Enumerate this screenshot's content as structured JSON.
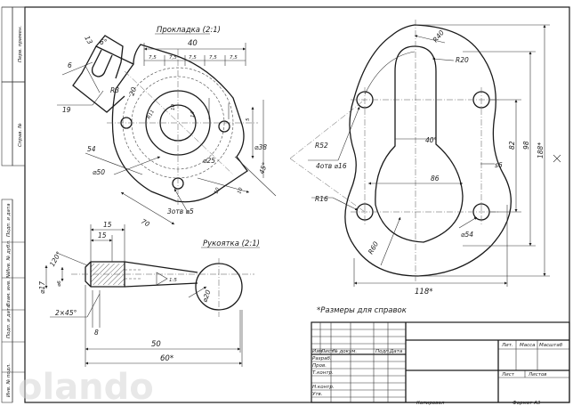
{
  "side_labels": [
    "Перв. примен.",
    "Справ. №",
    "Подп. и дата",
    "Инв. № дубл.",
    "Взам. инв. №",
    "Подп. и дата",
    "Инв. № подл."
  ],
  "part_a": {
    "title": "Прокладка (2:1)",
    "dims": {
      "d13": "13",
      "d6a": "6°",
      "d6b": "6",
      "d19": "19",
      "r3": "R3",
      "d20": "20",
      "d40": "40",
      "d75a": "7,5",
      "d75b": "7,5",
      "d75c": "7,5",
      "d75d": "7,5",
      "d75e": "7,5",
      "d10a": "10",
      "d14": "14",
      "d5": "5",
      "r11": "R11",
      "d38": "⌀38",
      "d25": "⌀25",
      "d54": "54",
      "d45": "45°",
      "d50": "⌀50",
      "d10b": "10",
      "d3otv": "3отв ⌀5",
      "d70": "70",
      "d10c": "10"
    }
  },
  "part_b": {
    "title": "Рукоятка (2:1)",
    "dims": {
      "d15a": "15",
      "d15b": "15",
      "d120": "120°",
      "d17": "⌀17",
      "d6": "⌀6",
      "d2x45": "2×45°",
      "d8": "8",
      "d50": "50",
      "d60": "60*",
      "d20": "⌀20",
      "k15": "1:5"
    }
  },
  "part_c": {
    "dims": {
      "r40": "R40",
      "r20": "R20",
      "r52": "R52",
      "d40": "40°",
      "d4otv": "4отв ⌀16",
      "r16": "R16",
      "d86": "86",
      "d82": "82",
      "d98": "98",
      "d188": "188*",
      "r60": "R60",
      "d54": "⌀54",
      "d118": "118*",
      "s6": "s6"
    }
  },
  "note": "*Размеры для справок",
  "title_block": {
    "lit": "Лит.",
    "massa": "Масса",
    "masshtab": "Масштаб",
    "list": "Лист",
    "listov": "Листов",
    "izm": "Изм.",
    "list2": "Лист",
    "ndokum": "№ докум.",
    "podp": "Подп.",
    "data": "Дата",
    "razrab": "Разраб.",
    "prov": "Пров.",
    "tkontr": "Т.контр.",
    "nkontr": "Н.контр.",
    "utv": "Утв.",
    "kopiroval": "Копировал",
    "format": "Формат А3"
  },
  "watermark": "olando"
}
